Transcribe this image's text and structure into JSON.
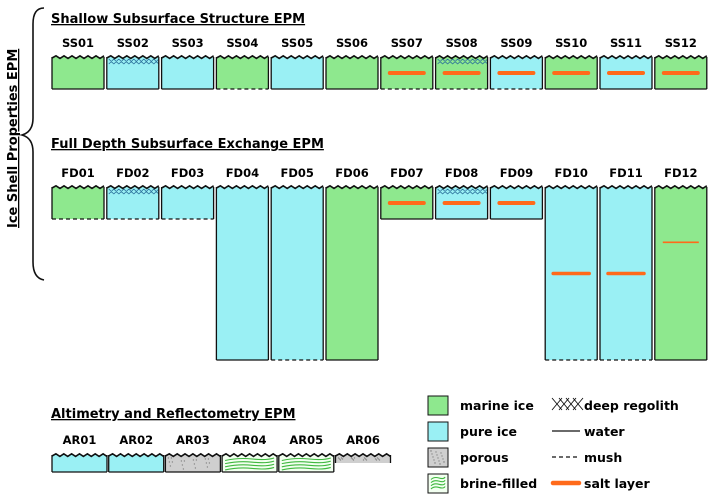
{
  "side_title": "Ice Shell Properties EPM",
  "colors": {
    "marine_ice": "#8ee88e",
    "pure_ice": "#9af0f4",
    "porous": "#cfcfcf",
    "brine_bg": "#f2fff0",
    "brine_line": "#3fb83f",
    "salt_layer": "#ff6a1a",
    "outline": "#111111"
  },
  "sections": [
    {
      "title": "Shallow Subsurface Structure EPM",
      "columns": [
        {
          "label": "SS01",
          "material": "marine",
          "depth": "shallow",
          "bottom": "water",
          "regolith": false,
          "salt": "none"
        },
        {
          "label": "SS02",
          "material": "pure",
          "depth": "shallow",
          "bottom": "water",
          "regolith": true,
          "salt": "none"
        },
        {
          "label": "SS03",
          "material": "pure",
          "depth": "shallow",
          "bottom": "water",
          "regolith": false,
          "salt": "none"
        },
        {
          "label": "SS04",
          "material": "marine",
          "depth": "shallow",
          "bottom": "mush",
          "regolith": false,
          "salt": "none"
        },
        {
          "label": "SS05",
          "material": "pure",
          "depth": "shallow",
          "bottom": "water",
          "regolith": false,
          "salt": "none"
        },
        {
          "label": "SS06",
          "material": "marine",
          "depth": "shallow",
          "bottom": "water",
          "regolith": false,
          "salt": "none"
        },
        {
          "label": "SS07",
          "material": "marine",
          "depth": "shallow",
          "bottom": "mush",
          "regolith": false,
          "salt": "mid"
        },
        {
          "label": "SS08",
          "material": "marine",
          "depth": "shallow",
          "bottom": "mush",
          "regolith": true,
          "salt": "mid"
        },
        {
          "label": "SS09",
          "material": "pure",
          "depth": "shallow",
          "bottom": "mush",
          "regolith": false,
          "salt": "mid"
        },
        {
          "label": "SS10",
          "material": "marine",
          "depth": "shallow",
          "bottom": "water",
          "regolith": false,
          "salt": "mid"
        },
        {
          "label": "SS11",
          "material": "pure",
          "depth": "shallow",
          "bottom": "water",
          "regolith": false,
          "salt": "mid"
        },
        {
          "label": "SS12",
          "material": "marine",
          "depth": "shallow",
          "bottom": "water",
          "regolith": false,
          "salt": "mid"
        }
      ]
    },
    {
      "title": "Full Depth Subsurface Exchange EPM",
      "columns": [
        {
          "label": "FD01",
          "material": "marine",
          "depth": "shallow",
          "bottom": "mush",
          "regolith": false,
          "salt": "none"
        },
        {
          "label": "FD02",
          "material": "pure",
          "depth": "shallow",
          "bottom": "mush",
          "regolith": true,
          "salt": "none"
        },
        {
          "label": "FD03",
          "material": "pure",
          "depth": "shallow",
          "bottom": "mush",
          "regolith": false,
          "salt": "none"
        },
        {
          "label": "FD04",
          "material": "pure",
          "depth": "full",
          "bottom": "water",
          "regolith": false,
          "salt": "none"
        },
        {
          "label": "FD05",
          "material": "pure",
          "depth": "full",
          "bottom": "mush",
          "regolith": false,
          "salt": "none"
        },
        {
          "label": "FD06",
          "material": "marine",
          "depth": "full",
          "bottom": "water",
          "regolith": false,
          "salt": "none"
        },
        {
          "label": "FD07",
          "material": "marine",
          "depth": "shallow",
          "bottom": "water",
          "regolith": false,
          "salt": "mid"
        },
        {
          "label": "FD08",
          "material": "pure",
          "depth": "shallow",
          "bottom": "water",
          "regolith": true,
          "salt": "mid"
        },
        {
          "label": "FD09",
          "material": "pure",
          "depth": "shallow",
          "bottom": "water",
          "regolith": false,
          "salt": "mid"
        },
        {
          "label": "FD10",
          "material": "pure",
          "depth": "full",
          "bottom": "mush",
          "regolith": false,
          "salt": "deep"
        },
        {
          "label": "FD11",
          "material": "pure",
          "depth": "full",
          "bottom": "mush",
          "regolith": false,
          "salt": "deep"
        },
        {
          "label": "FD12",
          "material": "marine",
          "depth": "full",
          "bottom": "water",
          "regolith": false,
          "salt": "thin"
        }
      ]
    },
    {
      "title": "Altimetry and Reflectometry EPM",
      "columns": [
        {
          "label": "AR01",
          "material": "pure",
          "depth": "thin",
          "bottom": "water",
          "regolith": false,
          "salt": "none"
        },
        {
          "label": "AR02",
          "material": "pure",
          "depth": "thin",
          "bottom": "water",
          "regolith": false,
          "salt": "none"
        },
        {
          "label": "AR03",
          "material": "porous",
          "depth": "thin",
          "bottom": "water",
          "regolith": false,
          "salt": "none"
        },
        {
          "label": "AR04",
          "material": "brine",
          "depth": "thin",
          "bottom": "water",
          "regolith": false,
          "salt": "none"
        },
        {
          "label": "AR05",
          "material": "brine",
          "depth": "thin",
          "bottom": "water",
          "regolith": false,
          "salt": "none"
        },
        {
          "label": "AR06",
          "material": "porous",
          "depth": "sliver",
          "bottom": "none",
          "regolith": false,
          "salt": "none"
        }
      ]
    }
  ],
  "legend": [
    {
      "symbol": "marine",
      "label": "marine ice"
    },
    {
      "symbol": "pure",
      "label": "pure ice"
    },
    {
      "symbol": "porous",
      "label": "porous"
    },
    {
      "symbol": "brine",
      "label": "brine-filled"
    },
    {
      "symbol": "regolith",
      "label": "deep regolith"
    },
    {
      "symbol": "water",
      "label": "water"
    },
    {
      "symbol": "mush",
      "label": "mush"
    },
    {
      "symbol": "salt",
      "label": "salt layer"
    }
  ]
}
